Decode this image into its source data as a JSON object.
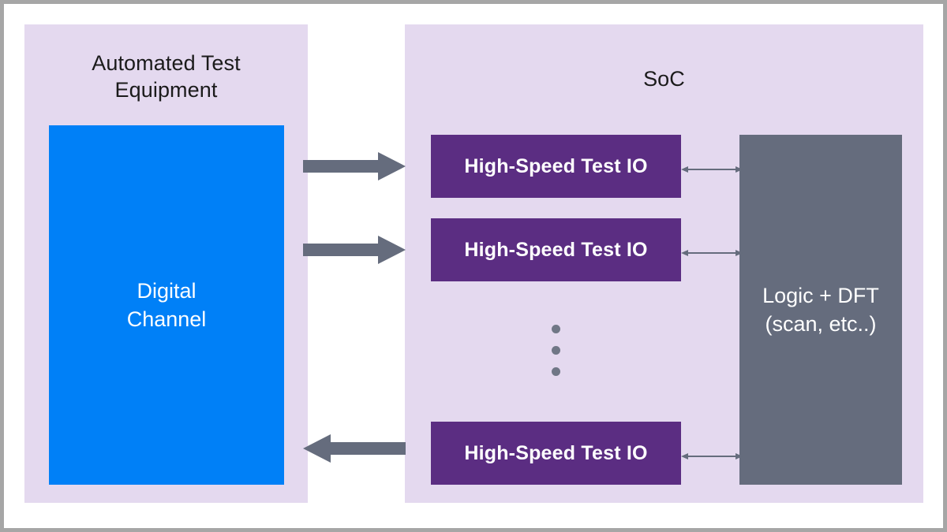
{
  "diagram": {
    "frame_border_color": "#a6a6a6",
    "background": "#ffffff",
    "panel_color": "#e4d9ef"
  },
  "ate_panel": {
    "title": "Automated Test\nEquipment",
    "block": {
      "label": "Digital\nChannel",
      "color": "#0080f7",
      "text_color": "#ffffff"
    }
  },
  "soc_panel": {
    "title": "SoC",
    "io_blocks": [
      {
        "label": "High-Speed Test IO",
        "color": "#5b2d82"
      },
      {
        "label": "High-Speed Test IO",
        "color": "#5b2d82"
      },
      {
        "label": "High-Speed Test IO",
        "color": "#5b2d82"
      }
    ],
    "logic_block": {
      "label": "Logic + DFT\n(scan, etc..)",
      "color": "#656c7d",
      "text_color": "#ffffff"
    },
    "ellipsis_dot_color": "#707786"
  },
  "connectors": {
    "thick_color": "#656c7d",
    "thin_color": "#656c7d",
    "thick_arrows": [
      {
        "name": "ate-to-io-1",
        "direction": "right"
      },
      {
        "name": "ate-to-io-2",
        "direction": "right"
      },
      {
        "name": "io-3-to-ate",
        "direction": "left"
      }
    ],
    "thin_arrows": [
      {
        "name": "io-1-to-logic",
        "direction": "both"
      },
      {
        "name": "io-2-to-logic",
        "direction": "both"
      },
      {
        "name": "io-3-to-logic",
        "direction": "both"
      }
    ]
  }
}
